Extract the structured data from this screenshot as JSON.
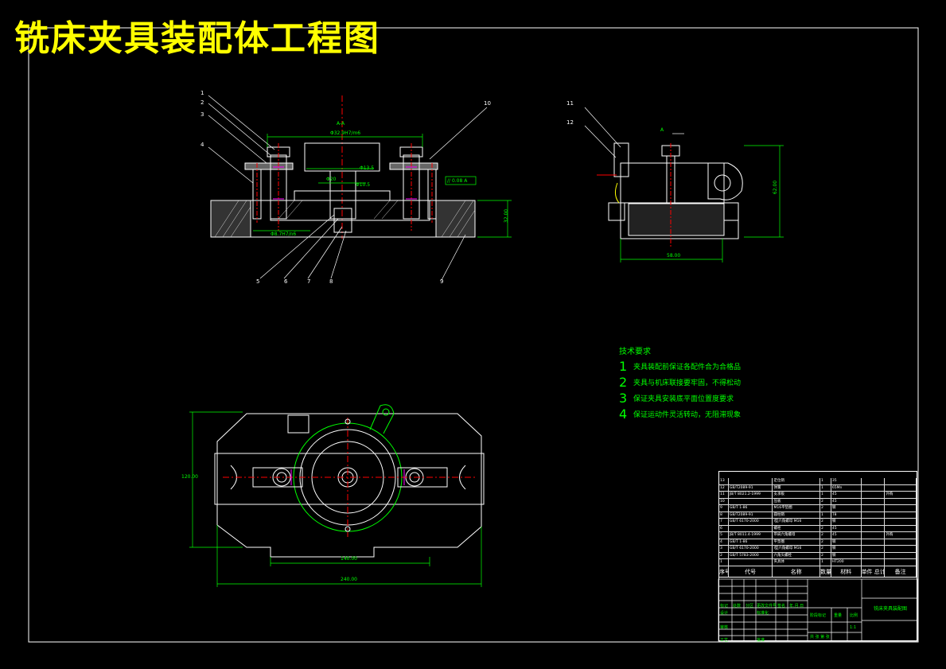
{
  "title": "铣床夹具装配体工程图",
  "colors": {
    "frame": "#ffffff",
    "outline": "#ffffff",
    "dimension": "#00ff00",
    "centerline": "#ff0000",
    "title": "#ffff00",
    "bolt": "#ff00ff"
  },
  "tech_requirements": {
    "header": "技术要求",
    "items": [
      {
        "num": "1",
        "text": "夹具装配前保证各配件合为合格品"
      },
      {
        "num": "2",
        "text": "夹具与机床联接要牢固，不得松动"
      },
      {
        "num": "3",
        "text": "保证夹具安装底平面位置度要求"
      },
      {
        "num": "4",
        "text": "保证运动件灵活转动，无阻滞现象"
      }
    ]
  },
  "balloons": [
    "1",
    "2",
    "3",
    "4",
    "5",
    "6",
    "7",
    "8",
    "9",
    "10",
    "11",
    "12"
  ],
  "dimensions": {
    "front_top": "Φ32.9H7/m6",
    "front_left": "Φ20",
    "front_mid": "Φ13.5",
    "front_mid2": "Φ10.5",
    "front_height": "32.00",
    "front_bottom": "Φ8.7H7/n6",
    "front_tol": "// 0.08 A",
    "section_label": "A-A",
    "side_height": "62.00",
    "side_width": "58.00",
    "side_label_a": "A",
    "plan_height": "120.00",
    "plan_mid": "140.00",
    "plan_total": "240.00"
  },
  "bom": {
    "columns": [
      "序号",
      "代号",
      "名称",
      "数量",
      "材料",
      "单件 总计 重量",
      "备注"
    ],
    "rows": [
      [
        "13",
        "",
        "定位销",
        "1",
        "35",
        "",
        ""
      ],
      [
        "12",
        "GB/T2089-91",
        "弹簧",
        "1",
        "65Mn",
        "",
        ""
      ],
      [
        "11",
        "JB/T 8021.2-1999",
        "支承板",
        "1",
        "45",
        "",
        "外购"
      ],
      [
        "10",
        "",
        "压板",
        "2",
        "45",
        "",
        ""
      ],
      [
        "9",
        "GB/T 1-86",
        "M16平垫圈",
        "2",
        "钢",
        "",
        ""
      ],
      [
        "8",
        "GB/T2089-91",
        "圆柱销",
        "1",
        "T8",
        "",
        ""
      ],
      [
        "7",
        "GB/T 6170-2000",
        "I型六角螺母 M16",
        "2",
        "钢",
        "",
        ""
      ],
      [
        "6",
        "",
        "螺栓",
        "2",
        "45",
        "",
        ""
      ],
      [
        "5",
        "JB/T 8011.4-1999",
        "带肩六角螺母",
        "2",
        "45",
        "",
        "外购"
      ],
      [
        "4",
        "GB/T 1-86",
        "平垫圈",
        "2",
        "钢",
        "",
        ""
      ],
      [
        "3",
        "GB/T 6170-2000",
        "I型六角螺母 M16",
        "2",
        "钢",
        "",
        ""
      ],
      [
        "2",
        "GB/T 5783-2000",
        "六角头螺栓",
        "2",
        "钢",
        "",
        ""
      ],
      [
        "1",
        "",
        "夹具体",
        "1",
        "HT200",
        "",
        ""
      ]
    ]
  },
  "title_block": {
    "drawing_name": "铣床夹具装配图",
    "cells": [
      "标记",
      "处数",
      "分区",
      "更改文件号",
      "签名",
      "年.月.日",
      "设计",
      "标准化",
      "阶段标记",
      "重量",
      "比例",
      "审核",
      "工艺",
      "批准",
      "共 张 第 张",
      "1:1"
    ]
  }
}
